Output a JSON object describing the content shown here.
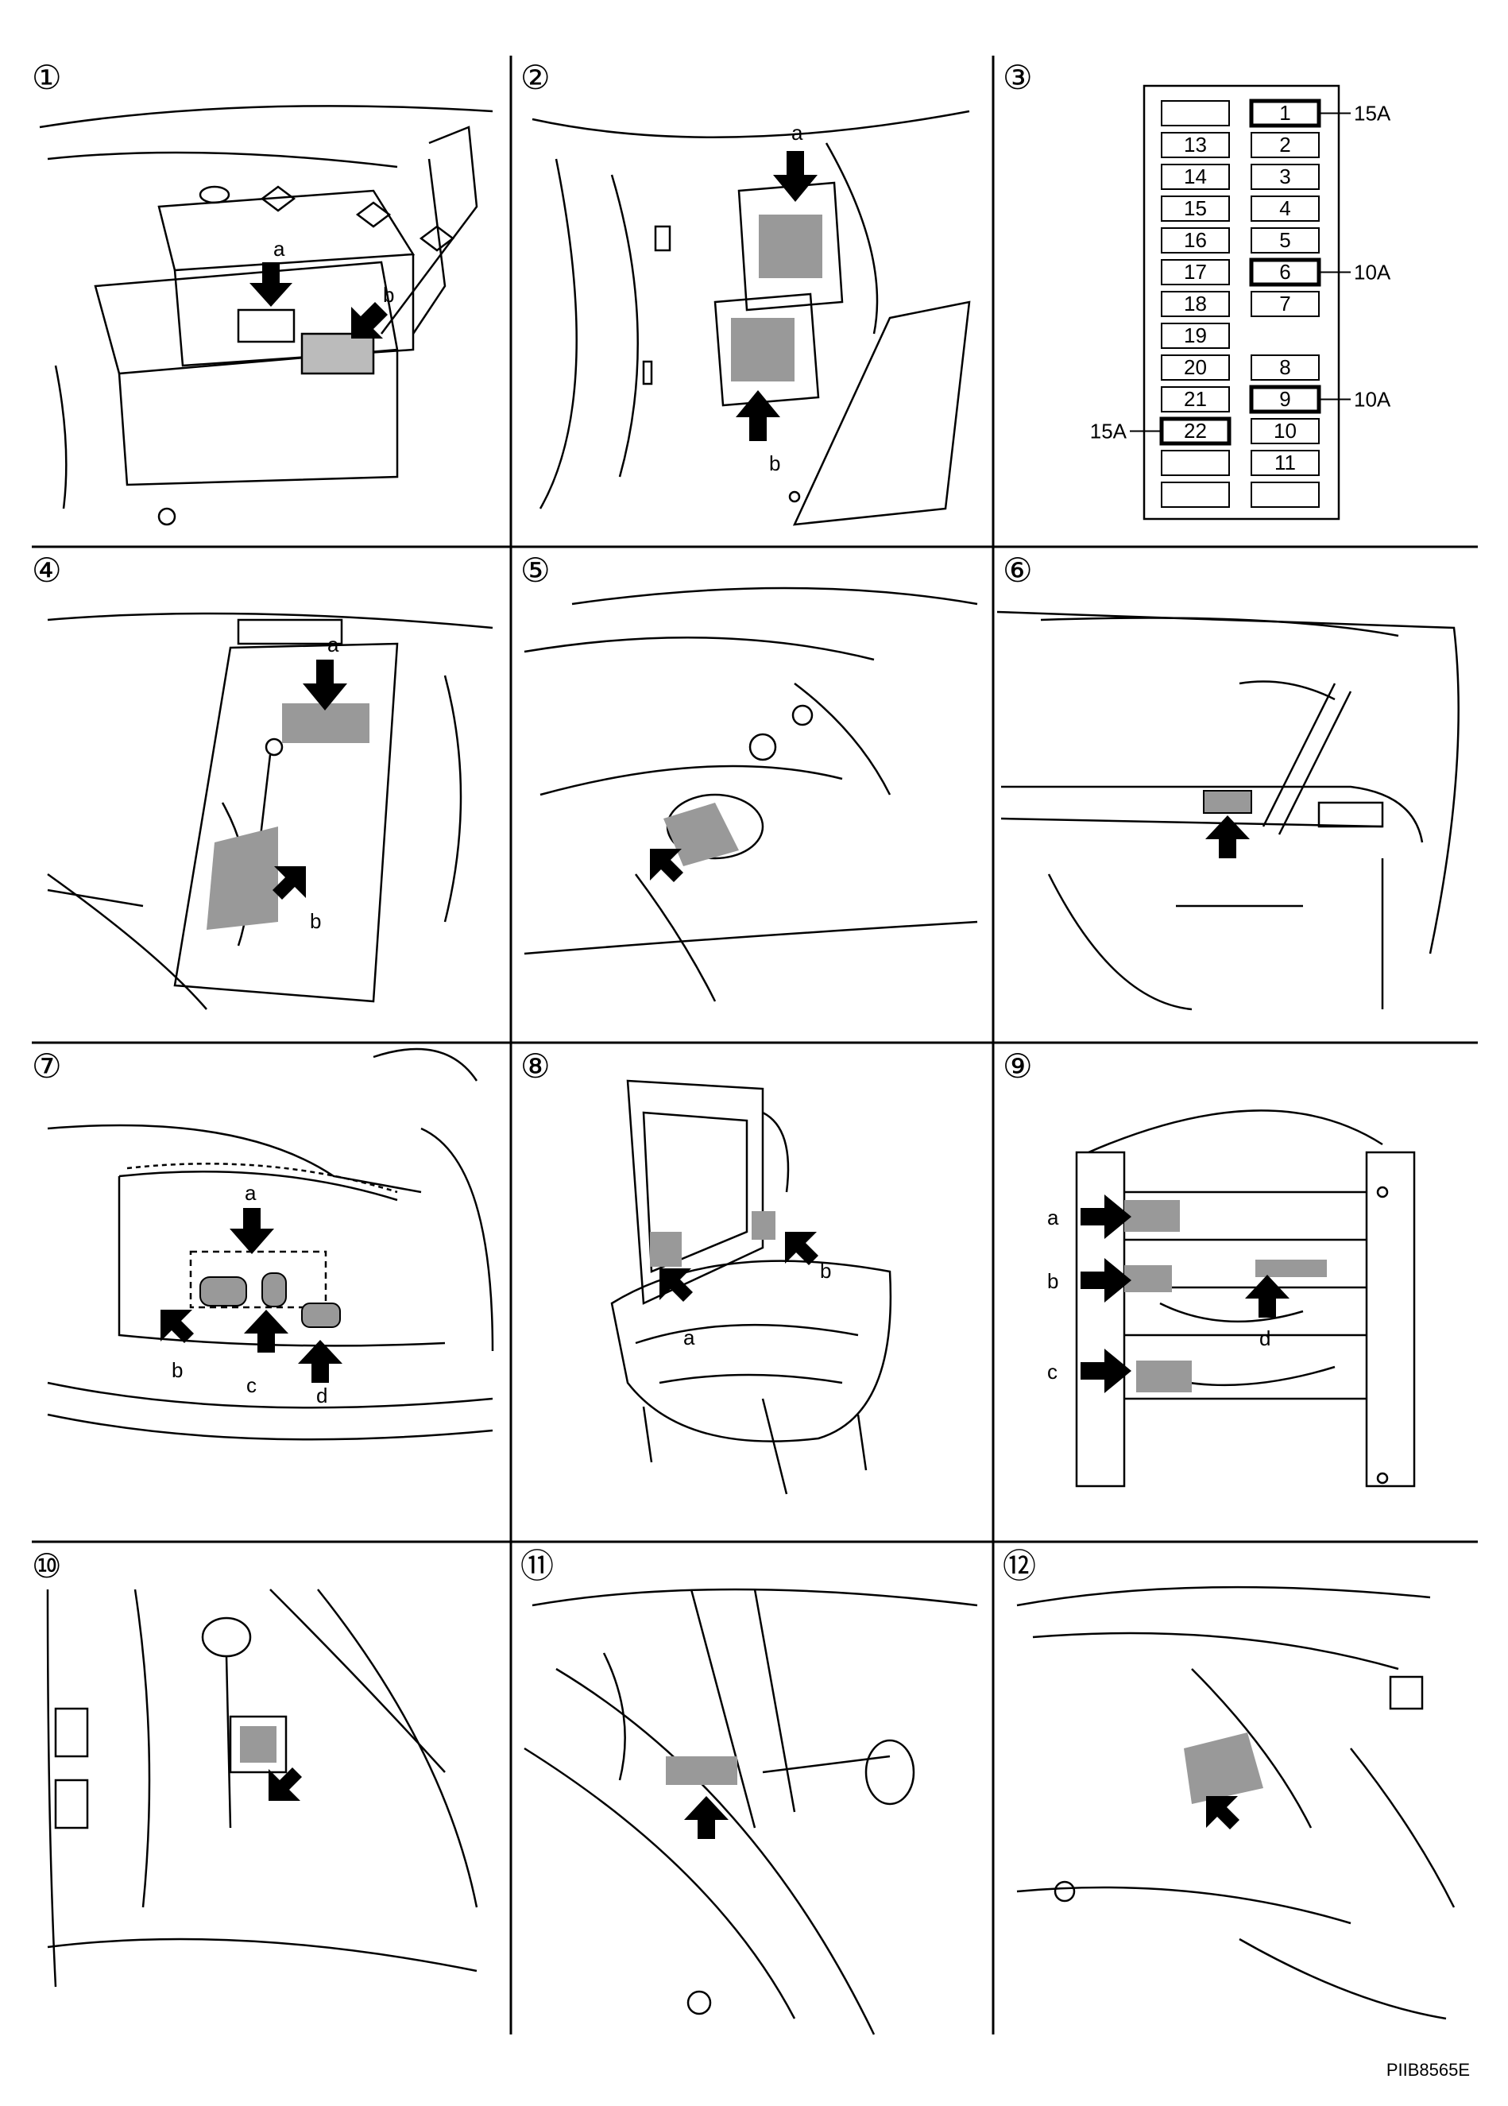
{
  "panels": [
    {
      "num": "①",
      "labels": [
        "a",
        "b"
      ]
    },
    {
      "num": "②",
      "labels": [
        "a",
        "b"
      ]
    },
    {
      "num": "③",
      "labels": []
    },
    {
      "num": "④",
      "labels": [
        "a",
        "b"
      ]
    },
    {
      "num": "⑤",
      "labels": []
    },
    {
      "num": "⑥",
      "labels": []
    },
    {
      "num": "⑦",
      "labels": [
        "a",
        "b",
        "c",
        "d"
      ]
    },
    {
      "num": "⑧",
      "labels": [
        "a",
        "b"
      ]
    },
    {
      "num": "⑨",
      "labels": [
        "a",
        "b",
        "c",
        "d"
      ]
    },
    {
      "num": "⑩",
      "labels": []
    },
    {
      "num": "⑪",
      "labels": []
    },
    {
      "num": "⑫",
      "labels": []
    }
  ],
  "fuse_block": {
    "left_column": [
      "",
      "13",
      "14",
      "15",
      "16",
      "17",
      "18",
      "19",
      "20",
      "21",
      "22",
      "",
      ""
    ],
    "right_column": [
      "1",
      "2",
      "3",
      "4",
      "5",
      "6",
      "7",
      "",
      "8",
      "9",
      "10",
      "11",
      ""
    ],
    "callouts": [
      {
        "fuse": "1",
        "rating": "15A"
      },
      {
        "fuse": "6",
        "rating": "10A"
      },
      {
        "fuse": "9",
        "rating": "10A"
      },
      {
        "fuse": "22",
        "rating": "15A"
      }
    ]
  },
  "figure_code": "PIIB8565E"
}
